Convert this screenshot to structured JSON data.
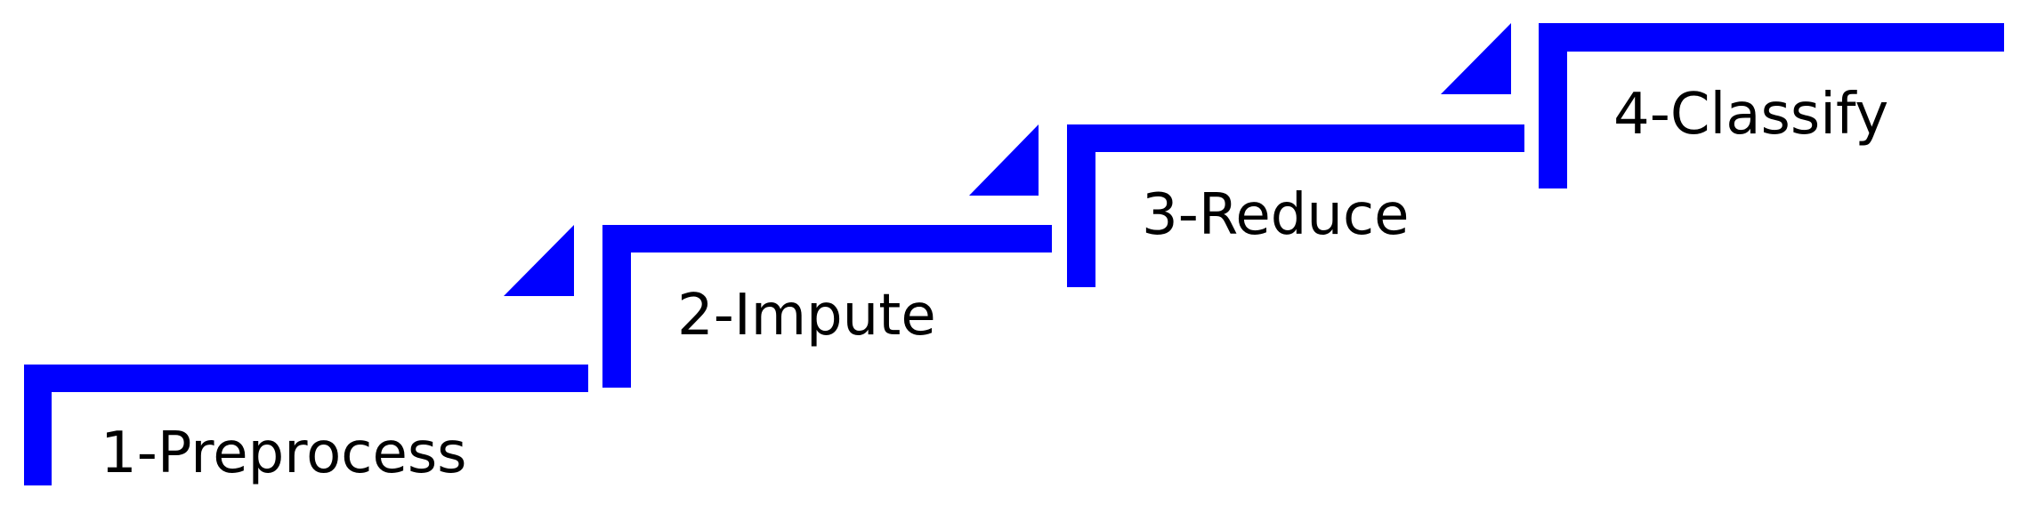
{
  "diagram": {
    "type": "staircase-process",
    "accent_color": "#0000FF",
    "text_color": "#000000",
    "steps": [
      {
        "label": "1-Preprocess",
        "has_triangle": true
      },
      {
        "label": "2-Impute",
        "has_triangle": true
      },
      {
        "label": "3-Reduce",
        "has_triangle": true
      },
      {
        "label": "4-Classify",
        "has_triangle": false
      }
    ]
  }
}
